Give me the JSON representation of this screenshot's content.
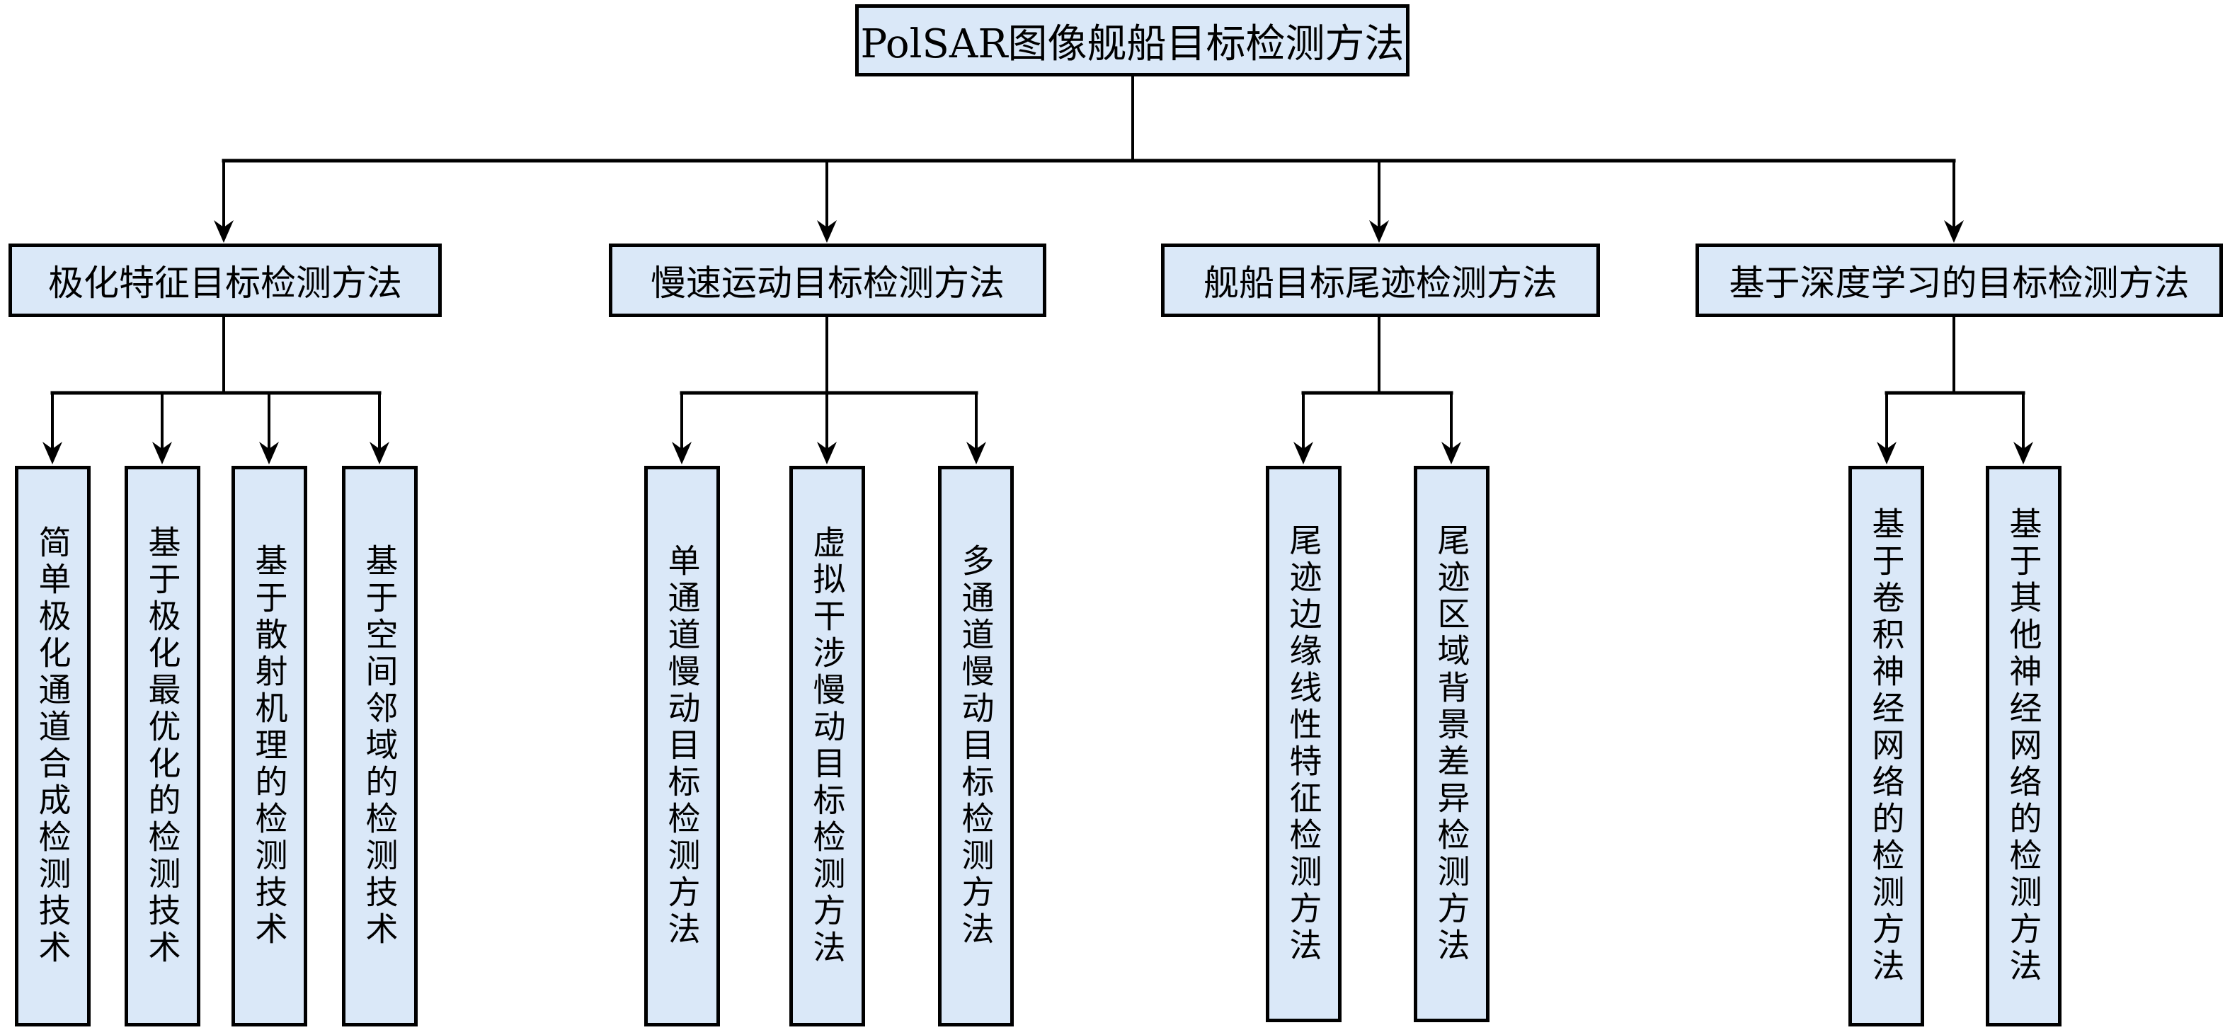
{
  "diagram": {
    "type": "tree",
    "colors": {
      "box_fill": "#dae8f8",
      "border": "#000000",
      "line": "#000000",
      "text": "#000000"
    },
    "root": {
      "label": "PolSAR图像舰船目标检测方法"
    },
    "categories": [
      {
        "label": "极化特征目标检测方法",
        "children": [
          {
            "label": "简单极化通道合成检测技术"
          },
          {
            "label": "基于极化最优化的检测技术"
          },
          {
            "label": "基于散射机理的检测技术"
          },
          {
            "label": "基于空间邻域的检测技术"
          }
        ]
      },
      {
        "label": "慢速运动目标检测方法",
        "children": [
          {
            "label": "单通道慢动目标检测方法"
          },
          {
            "label": "虚拟干涉慢动目标检测方法"
          },
          {
            "label": "多通道慢动目标检测方法"
          }
        ]
      },
      {
        "label": "舰船目标尾迹检测方法",
        "children": [
          {
            "label": "尾迹边缘线性特征检测方法"
          },
          {
            "label": "尾迹区域背景差异检测方法"
          }
        ]
      },
      {
        "label": "基于深度学习的目标检测方法",
        "children": [
          {
            "label": "基于卷积神经网络的检测方法"
          },
          {
            "label": "基于其他神经网络的检测方法"
          }
        ]
      }
    ]
  }
}
